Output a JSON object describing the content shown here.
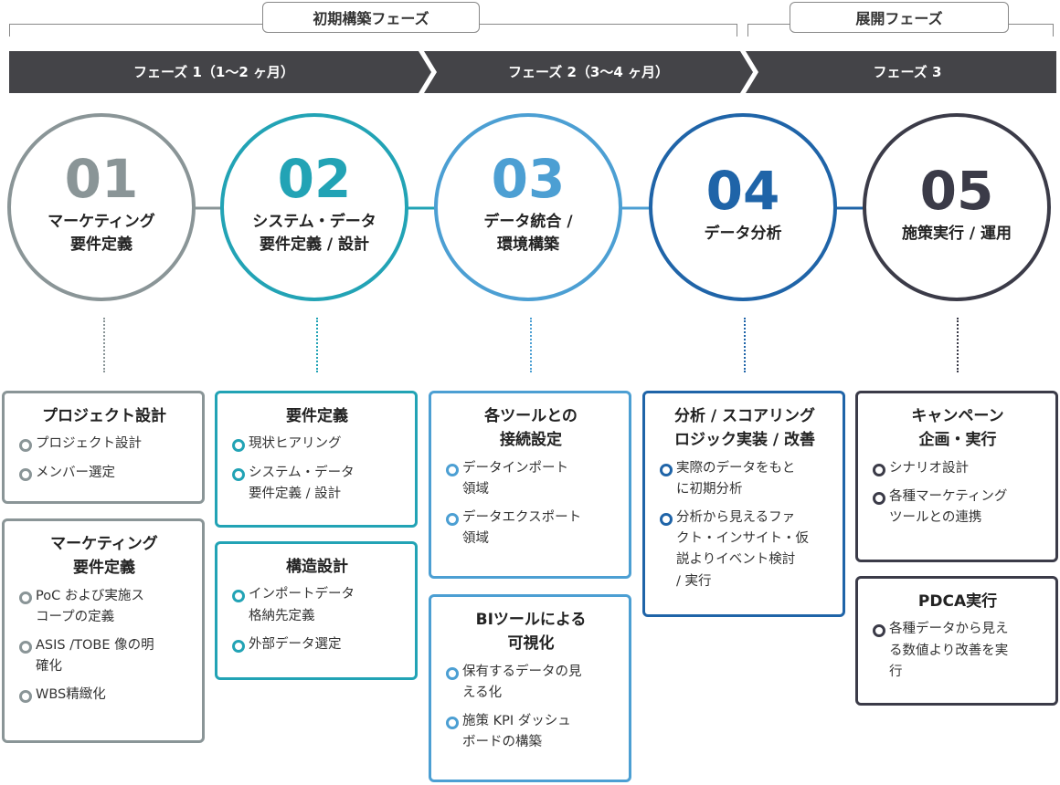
{
  "phase_groups": [
    {
      "label": "初期構築フェーズ"
    },
    {
      "label": "展開フェーズ"
    }
  ],
  "phase_bar": [
    {
      "label": "フェーズ 1（1〜2 ヶ月）"
    },
    {
      "label": "フェーズ 2（3〜4 ヶ月）"
    },
    {
      "label": "フェーズ 3"
    }
  ],
  "bar_color": "#444448",
  "steps": [
    {
      "num": "01",
      "title": "マーケティング\n要件定義",
      "color": "#8a9597"
    },
    {
      "num": "02",
      "title": "システム・データ\n要件定義 / 設計",
      "color": "#22a3b5"
    },
    {
      "num": "03",
      "title": "データ統合 /\n環境構築",
      "color": "#4c9fd3"
    },
    {
      "num": "04",
      "title": "データ分析",
      "color": "#1f64a8"
    },
    {
      "num": "05",
      "title": "施策実行 / 運用",
      "color": "#3b3b48"
    }
  ],
  "cards": [
    {
      "title": "プロジェクト設計",
      "items": [
        "プロジェクト設計",
        "メンバー選定"
      ]
    },
    {
      "title": "マーケティング\n要件定義",
      "items": [
        "PoC および実施ス\nコープの定義",
        "ASIS /TOBE 像の明\n確化",
        "WBS精緻化"
      ]
    },
    {
      "title": "要件定義",
      "items": [
        "現状ヒアリング",
        "システム・データ\n要件定義 / 設計"
      ]
    },
    {
      "title": "構造設計",
      "items": [
        "インポートデータ\n格納先定義",
        "外部データ選定"
      ]
    },
    {
      "title": "各ツールとの\n接続設定",
      "items": [
        "データインポート\n領域",
        "データエクスポート\n領域"
      ]
    },
    {
      "title": "BIツールによる\n可視化",
      "items": [
        "保有するデータの見\nえる化",
        "施策 KPI ダッシュ\nボードの構築"
      ]
    },
    {
      "title": "分析 / スコアリング\nロジック実装 / 改善",
      "items": [
        "実際のデータをもと\nに初期分析",
        "分析から見えるファ\nクト・インサイト・仮\n説よりイベント検討\n/ 実行"
      ]
    },
    {
      "title": "キャンペーン\n企画・実行",
      "items": [
        "シナリオ設計",
        "各種マーケティング\nツールとの連携"
      ]
    },
    {
      "title": "PDCA実行",
      "items": [
        "各種データから見え\nる数値より改善を実\n行"
      ]
    }
  ]
}
